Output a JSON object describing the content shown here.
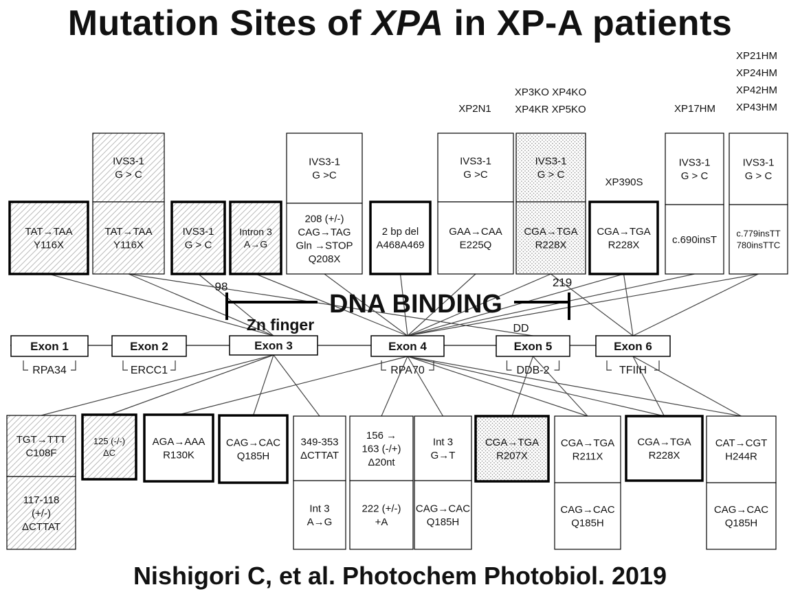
{
  "title": {
    "before": "Mutation Sites of ",
    "gene": "XPA",
    "after": " in XP-A patients"
  },
  "citation": "Nishigori C, et al. Photochem Photobiol. 2019",
  "region": {
    "label": "DNA BINDING",
    "start": "98",
    "end": "219",
    "zn_label": "Zn finger",
    "dd_label": "DD"
  },
  "exons": [
    {
      "id": "exon1",
      "label": "Exon 1",
      "partner": "RPA34"
    },
    {
      "id": "exon2",
      "label": "Exon 2",
      "partner": "ERCC1"
    },
    {
      "id": "exon3",
      "label": "Exon 3",
      "partner": ""
    },
    {
      "id": "exon4",
      "label": "Exon 4",
      "partner": "RPA70"
    },
    {
      "id": "exon5",
      "label": "Exon 5",
      "partner": "DDB-2"
    },
    {
      "id": "exon6",
      "label": "Exon 6",
      "partner": "TFIIH"
    }
  ],
  "top_boxes": [
    {
      "id": "t1",
      "lines": [
        "TAT→TAA",
        "Y116X"
      ],
      "style": "hatched",
      "thick": true
    },
    {
      "id": "t2a",
      "lines": [
        "IVS3-1",
        "G > C"
      ],
      "style": "hatched",
      "thick": false
    },
    {
      "id": "t2b",
      "lines": [
        "TAT→TAA",
        "Y116X"
      ],
      "style": "hatched",
      "thick": false
    },
    {
      "id": "t3",
      "lines": [
        "IVS3-1",
        "G > C"
      ],
      "style": "hatched",
      "thick": true
    },
    {
      "id": "t4",
      "lines": [
        "Intron 3",
        "A→G"
      ],
      "style": "hatched",
      "thick": true
    },
    {
      "id": "t5a",
      "lines": [
        "IVS3-1",
        "G >C"
      ],
      "style": "plain",
      "thick": false
    },
    {
      "id": "t5b",
      "lines": [
        "208 (+/-)",
        "CAG→TAG",
        "Gln →STOP",
        "Q208X"
      ],
      "style": "plain",
      "thick": false
    },
    {
      "id": "t6",
      "lines": [
        "2 bp del",
        "A468A469"
      ],
      "style": "plain",
      "thick": true
    },
    {
      "id": "t7a",
      "lines": [
        "IVS3-1",
        "G >C"
      ],
      "style": "plain",
      "thick": false
    },
    {
      "id": "t7b",
      "lines": [
        "GAA→CAA",
        "E225Q"
      ],
      "style": "plain",
      "thick": false
    },
    {
      "id": "t8a",
      "lines": [
        "IVS3-1",
        "G > C"
      ],
      "style": "dotted",
      "thick": false
    },
    {
      "id": "t8b",
      "lines": [
        "CGA→TGA",
        "R228X"
      ],
      "style": "dotted",
      "thick": false
    },
    {
      "id": "t9",
      "lines": [
        "CGA→TGA",
        "R228X"
      ],
      "style": "plain",
      "thick": true
    },
    {
      "id": "t10a",
      "lines": [
        "IVS3-1",
        "G > C"
      ],
      "style": "plain",
      "thick": false
    },
    {
      "id": "t10b",
      "lines": [
        "c.690insT"
      ],
      "style": "plain",
      "thick": false
    },
    {
      "id": "t11a",
      "lines": [
        "IVS3-1",
        "G > C"
      ],
      "style": "plain",
      "thick": false
    },
    {
      "id": "t11b",
      "lines": [
        "c.779insTT",
        "780insTTC"
      ],
      "style": "plain",
      "thick": false
    }
  ],
  "patient_labels": [
    {
      "id": "p1",
      "lines": [
        "XP2N1"
      ]
    },
    {
      "id": "p2",
      "lines": [
        "XP3KO XP4KO",
        "XP4KR XP5KO"
      ]
    },
    {
      "id": "p3",
      "lines": [
        "XP390S"
      ]
    },
    {
      "id": "p4",
      "lines": [
        "XP17HM"
      ]
    },
    {
      "id": "p5",
      "lines": [
        "XP21HM",
        "XP24HM",
        "XP42HM",
        "XP43HM"
      ]
    }
  ],
  "bottom_boxes": [
    {
      "id": "b1a",
      "lines": [
        "TGT→TTT",
        "C108F"
      ],
      "style": "hatched",
      "thick": false
    },
    {
      "id": "b1b",
      "lines": [
        "117-118",
        "(+/-)",
        "ΔCTTAT"
      ],
      "style": "hatched",
      "thick": false
    },
    {
      "id": "b2",
      "lines": [
        "125 (-/-)",
        "ΔC"
      ],
      "style": "hatched",
      "thick": true
    },
    {
      "id": "b3",
      "lines": [
        "AGA→AAA",
        "R130K"
      ],
      "style": "plain",
      "thick": true
    },
    {
      "id": "b4",
      "lines": [
        "CAG→CAC",
        "Q185H"
      ],
      "style": "plain",
      "thick": true
    },
    {
      "id": "b5a",
      "lines": [
        "349-353",
        "ΔCTTAT"
      ],
      "style": "plain",
      "thick": false
    },
    {
      "id": "b5b",
      "lines": [
        "Int 3",
        "A→G"
      ],
      "style": "plain",
      "thick": false
    },
    {
      "id": "b6a",
      "lines": [
        "156 →",
        "163 (-/+)",
        "Δ20nt"
      ],
      "style": "plain",
      "thick": false
    },
    {
      "id": "b6b",
      "lines": [
        "222 (+/-)",
        "+A"
      ],
      "style": "plain",
      "thick": false
    },
    {
      "id": "b7a",
      "lines": [
        "Int 3",
        "G→T"
      ],
      "style": "plain",
      "thick": false
    },
    {
      "id": "b7b",
      "lines": [
        "CAG→CAC",
        "Q185H"
      ],
      "style": "plain",
      "thick": false
    },
    {
      "id": "b8",
      "lines": [
        "CGA→TGA",
        "R207X"
      ],
      "style": "dotted",
      "thick": true
    },
    {
      "id": "b9a",
      "lines": [
        "CGA→TGA",
        "R211X"
      ],
      "style": "plain",
      "thick": false
    },
    {
      "id": "b9b",
      "lines": [
        "CAG→CAC",
        "Q185H"
      ],
      "style": "plain",
      "thick": false
    },
    {
      "id": "b10",
      "lines": [
        "CGA→TGA",
        "R228X"
      ],
      "style": "plain",
      "thick": true
    },
    {
      "id": "b11a",
      "lines": [
        "CAT→CGT",
        "H244R"
      ],
      "style": "plain",
      "thick": false
    },
    {
      "id": "b11b",
      "lines": [
        "CAG→CAC",
        "Q185H"
      ],
      "style": "plain",
      "thick": false
    }
  ],
  "connections": [
    [
      "t1",
      "exon3"
    ],
    [
      "t2b",
      "exon3"
    ],
    [
      "t3",
      "exon3"
    ],
    [
      "t4",
      "exon4"
    ],
    [
      "t5b",
      "exon4"
    ],
    [
      "t6",
      "exon4"
    ],
    [
      "t7b",
      "exon4"
    ],
    [
      "t8b",
      "exon4"
    ],
    [
      "t9",
      "exon4"
    ],
    [
      "t10b",
      "exon4"
    ],
    [
      "t11b",
      "exon4"
    ],
    [
      "t2b",
      "exon5"
    ],
    [
      "t8b",
      "exon6"
    ],
    [
      "t9",
      "exon6"
    ],
    [
      "t11b",
      "exon6"
    ],
    [
      "b1a",
      "exon3"
    ],
    [
      "b2",
      "exon3"
    ],
    [
      "b4",
      "exon3"
    ],
    [
      "b5a",
      "exon3"
    ],
    [
      "b3",
      "exon4"
    ],
    [
      "b6a",
      "exon4"
    ],
    [
      "b7a",
      "exon4"
    ],
    [
      "b9a",
      "exon4"
    ],
    [
      "b10",
      "exon4"
    ],
    [
      "b11a",
      "exon4"
    ],
    [
      "b8",
      "exon5"
    ],
    [
      "b9a",
      "exon5"
    ],
    [
      "b11a",
      "exon6"
    ],
    [
      "b10",
      "exon6"
    ]
  ]
}
